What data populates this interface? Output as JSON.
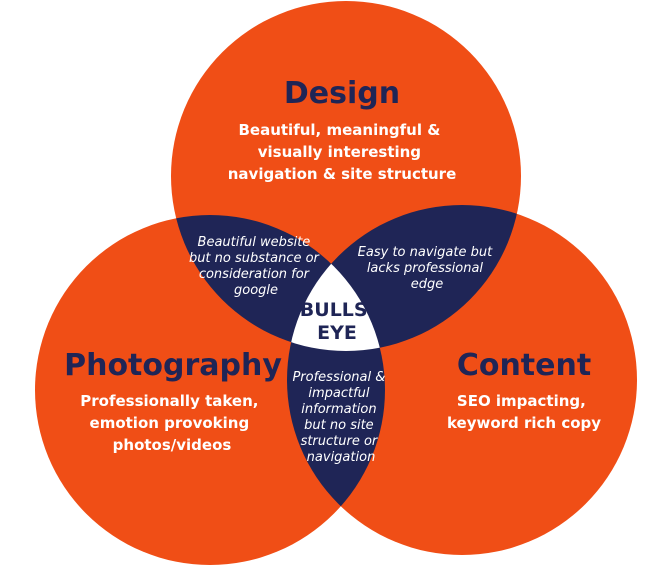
{
  "colors": {
    "circle": "#f04e16",
    "overlap": "#1f2556",
    "center": "#ffffff",
    "title_text": "#1f2556",
    "desc_text": "#ffffff"
  },
  "design": {
    "title": "Design",
    "desc": [
      "Beautiful, meaningful &",
      "visually interesting",
      "navigation & site structure"
    ]
  },
  "photography": {
    "title": "Photography",
    "desc": [
      "Professionally taken,",
      "emotion provoking",
      "photos/videos"
    ]
  },
  "content": {
    "title": "Content",
    "desc": [
      "SEO impacting,",
      "keyword rich copy"
    ]
  },
  "overlaps": {
    "design_photography": [
      "Beautiful website",
      "but no substance or",
      "consideration for",
      "google"
    ],
    "design_content": [
      "Easy to navigate but",
      "lacks professional",
      "edge"
    ],
    "photography_content": [
      "Professional &",
      "impactful",
      "information",
      "but no site",
      "structure or",
      "navigation"
    ]
  },
  "center": [
    "BULLS",
    "EYE"
  ]
}
